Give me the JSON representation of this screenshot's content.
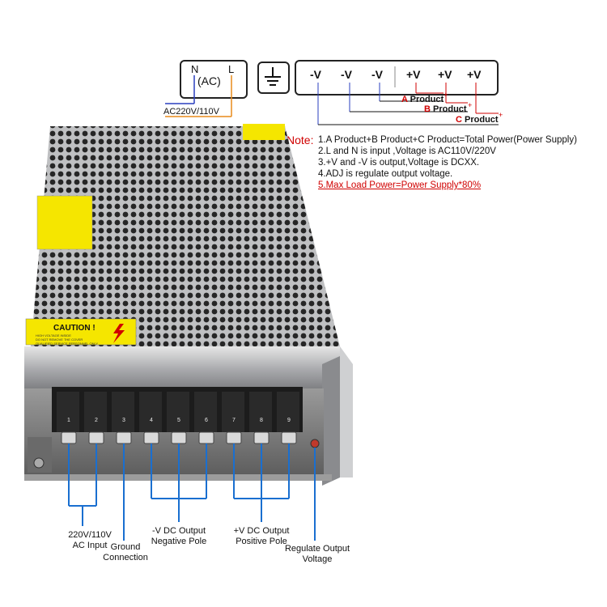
{
  "ac_box": {
    "n": "N",
    "l": "L",
    "ac": "(AC)",
    "input_label": "AC220V/110V"
  },
  "ground_icon": "ground-icon",
  "dc_terminals": [
    "-V",
    "-V",
    "-V",
    "+V",
    "+V",
    "+V"
  ],
  "products": [
    {
      "letter": "A",
      "rest": " Product"
    },
    {
      "letter": "B",
      "rest": " Product"
    },
    {
      "letter": "C",
      "rest": " Product"
    }
  ],
  "plus_sign": "+",
  "note": {
    "title": "Note:",
    "lines": [
      "1.A Product+B Product+C Product=Total Power(Power Supply)",
      "2.L and N is input ,Voltage is AC110V/220V",
      "3.+V and  -V is output,Voltage is DCXX.",
      "4.ADJ is regulate output voltage."
    ],
    "red_line": "5.Max Load Power=Power  Supply*80%"
  },
  "caution": {
    "word": "CAUTION !",
    "lines": [
      "HIGH VOLTAGE INSIDE",
      "DO NOT REMOVE THE COVER",
      "QUALIFIED SERVICE PERSONNEL ONLY"
    ]
  },
  "terminal_numbers": [
    "1",
    "2",
    "3",
    "4",
    "5",
    "6",
    "7",
    "8",
    "9"
  ],
  "labels": {
    "ac_input": [
      "220V/110V",
      "AC Input"
    ],
    "ground": [
      "Ground",
      "Connection"
    ],
    "neg": [
      "-V DC  Output",
      "Negative Pole"
    ],
    "pos": [
      "+V DC  Output",
      "Positive Pole"
    ],
    "adj": [
      "Regulate Output",
      "Voltage"
    ]
  },
  "colors": {
    "accent_blue": "#1a6fd0",
    "wire_orange": "#e98a1a",
    "note_red": "#d00000",
    "caution_yellow": "#f5e600"
  }
}
